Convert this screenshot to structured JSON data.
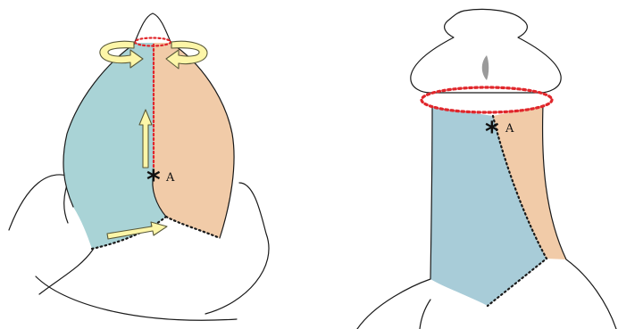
{
  "colors": {
    "flap_blue": "#a9d3d6",
    "flap_blue_right": "#a8ccd8",
    "flap_orange": "#f1cba8",
    "incision_red": "#e0262b",
    "arrow_yellow": "#fdf6a8",
    "outline": "#1a1a1a"
  },
  "labels": {
    "left_point_label": "A",
    "right_point_label": "A",
    "point_marker": "*"
  },
  "icons": {
    "rotation_arrows": "curved-rotation-arrow",
    "advancement_arrows": "straight-arrow"
  }
}
